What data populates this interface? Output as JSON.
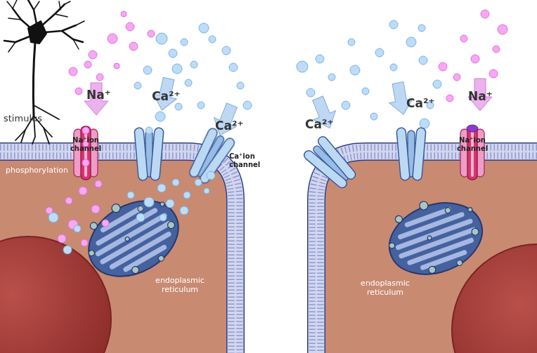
{
  "diagram": {
    "nodes": [
      {
        "text": [
          "Na⁺ion channel"
        ]
      },
      {
        "text": [
          "Na⁺ion channel"
        ]
      },
      {
        "text": [
          "endoplasmic reticulum"
        ]
      },
      {
        "text": [
          "endoplasmic reticulum"
        ]
      }
    ],
    "labels": [
      "stimulus",
      "Na⁺",
      "Ca²⁺",
      "Ca²⁺",
      "Ca⁺ion channel",
      "phosphorylation",
      "Ca²⁺",
      "Ca²⁺",
      "Na⁺"
    ]
  }
}
